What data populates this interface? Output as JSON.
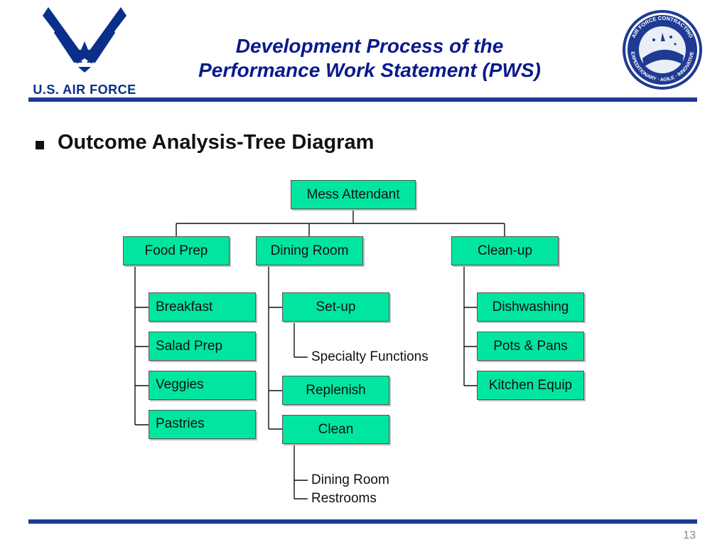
{
  "header": {
    "title_line1": "Development Process of the",
    "title_line2": "Performance Work Statement (PWS)",
    "left_logo_text": "U.S. AIR FORCE",
    "seal_text": "AIR FORCE CONTRACTING · EXPEDITIONARY · AGILE · INNOVATIVE"
  },
  "bullet": {
    "text": "Outcome Analysis-Tree Diagram"
  },
  "tree": {
    "root": "Mess Attendant",
    "branches": [
      {
        "label": "Food Prep",
        "children": [
          "Breakfast",
          "Salad Prep",
          "Veggies",
          "Pastries"
        ]
      },
      {
        "label": "Dining Room",
        "children": [
          "Set-up",
          "Replenish",
          "Clean"
        ],
        "setup_sub": [
          "Specialty Functions"
        ],
        "clean_sub": [
          "Dining Room",
          "Restrooms"
        ]
      },
      {
        "label": "Clean-up",
        "children": [
          "Dishwashing",
          "Pots & Pans",
          "Kitchen Equip"
        ]
      }
    ]
  },
  "footer": {
    "page_number": "13"
  },
  "colors": {
    "box_fill": "#00e6a0",
    "brand_blue": "#1f3a93",
    "title_blue": "#0a1a8c"
  }
}
